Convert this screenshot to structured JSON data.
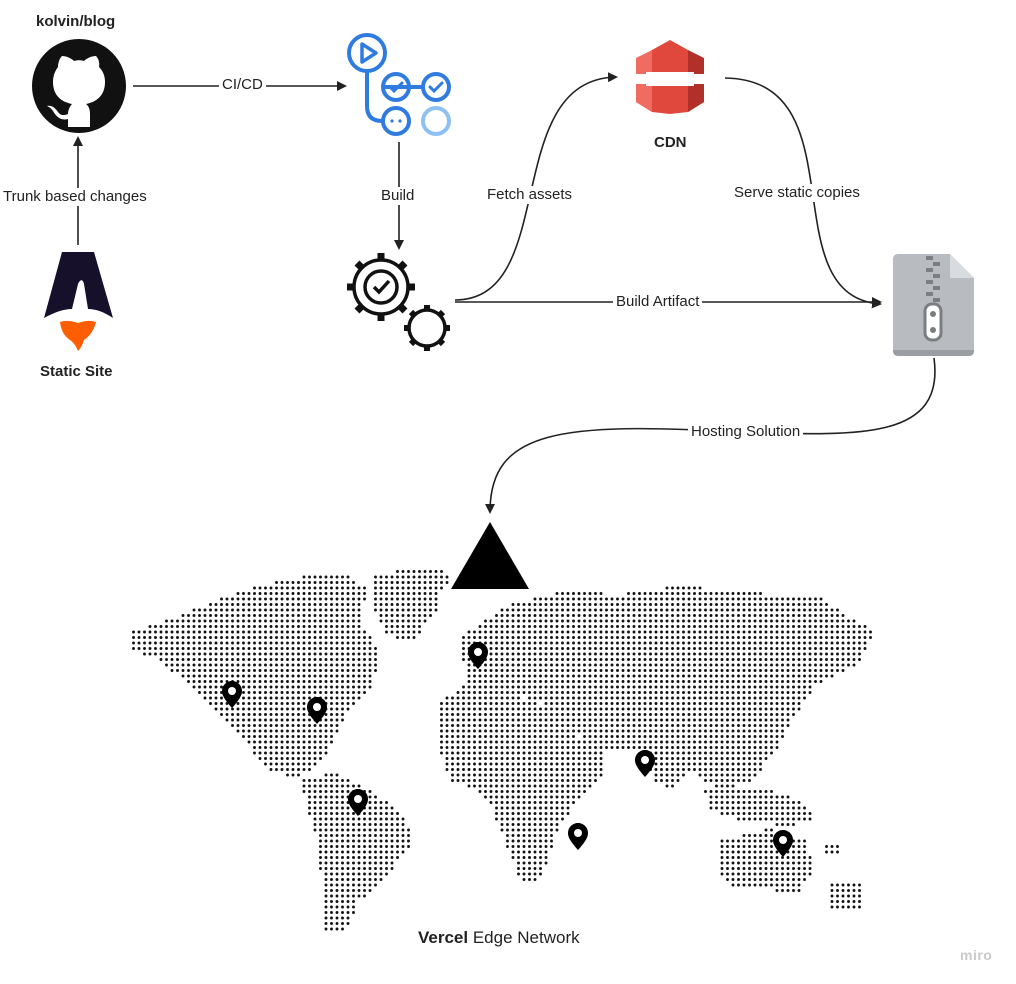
{
  "repo": {
    "title": "kolvin/blog"
  },
  "static_site": {
    "title": "Static Site"
  },
  "cdn": {
    "title": "CDN"
  },
  "edges": {
    "cicd": "CI/CD",
    "trunk": "Trunk based changes",
    "build": "Build",
    "fetch": "Fetch assets",
    "serve": "Serve static copies",
    "artifact": "Build Artifact",
    "hosting": "Hosting Solution"
  },
  "network": {
    "brand": "Vercel",
    "rest": " Edge Network"
  },
  "watermark": "miro",
  "colors": {
    "actions_blue": "#2f7be0",
    "aws_red": "#e0483e",
    "astro_orange": "#ff5d01",
    "zip_gray": "#b8bcc0"
  },
  "icons": [
    "github-icon",
    "github-actions-icon",
    "gears-icon",
    "aws-cloudfront-icon",
    "zip-file-icon",
    "astro-icon",
    "vercel-icon",
    "map-pin-icon"
  ]
}
